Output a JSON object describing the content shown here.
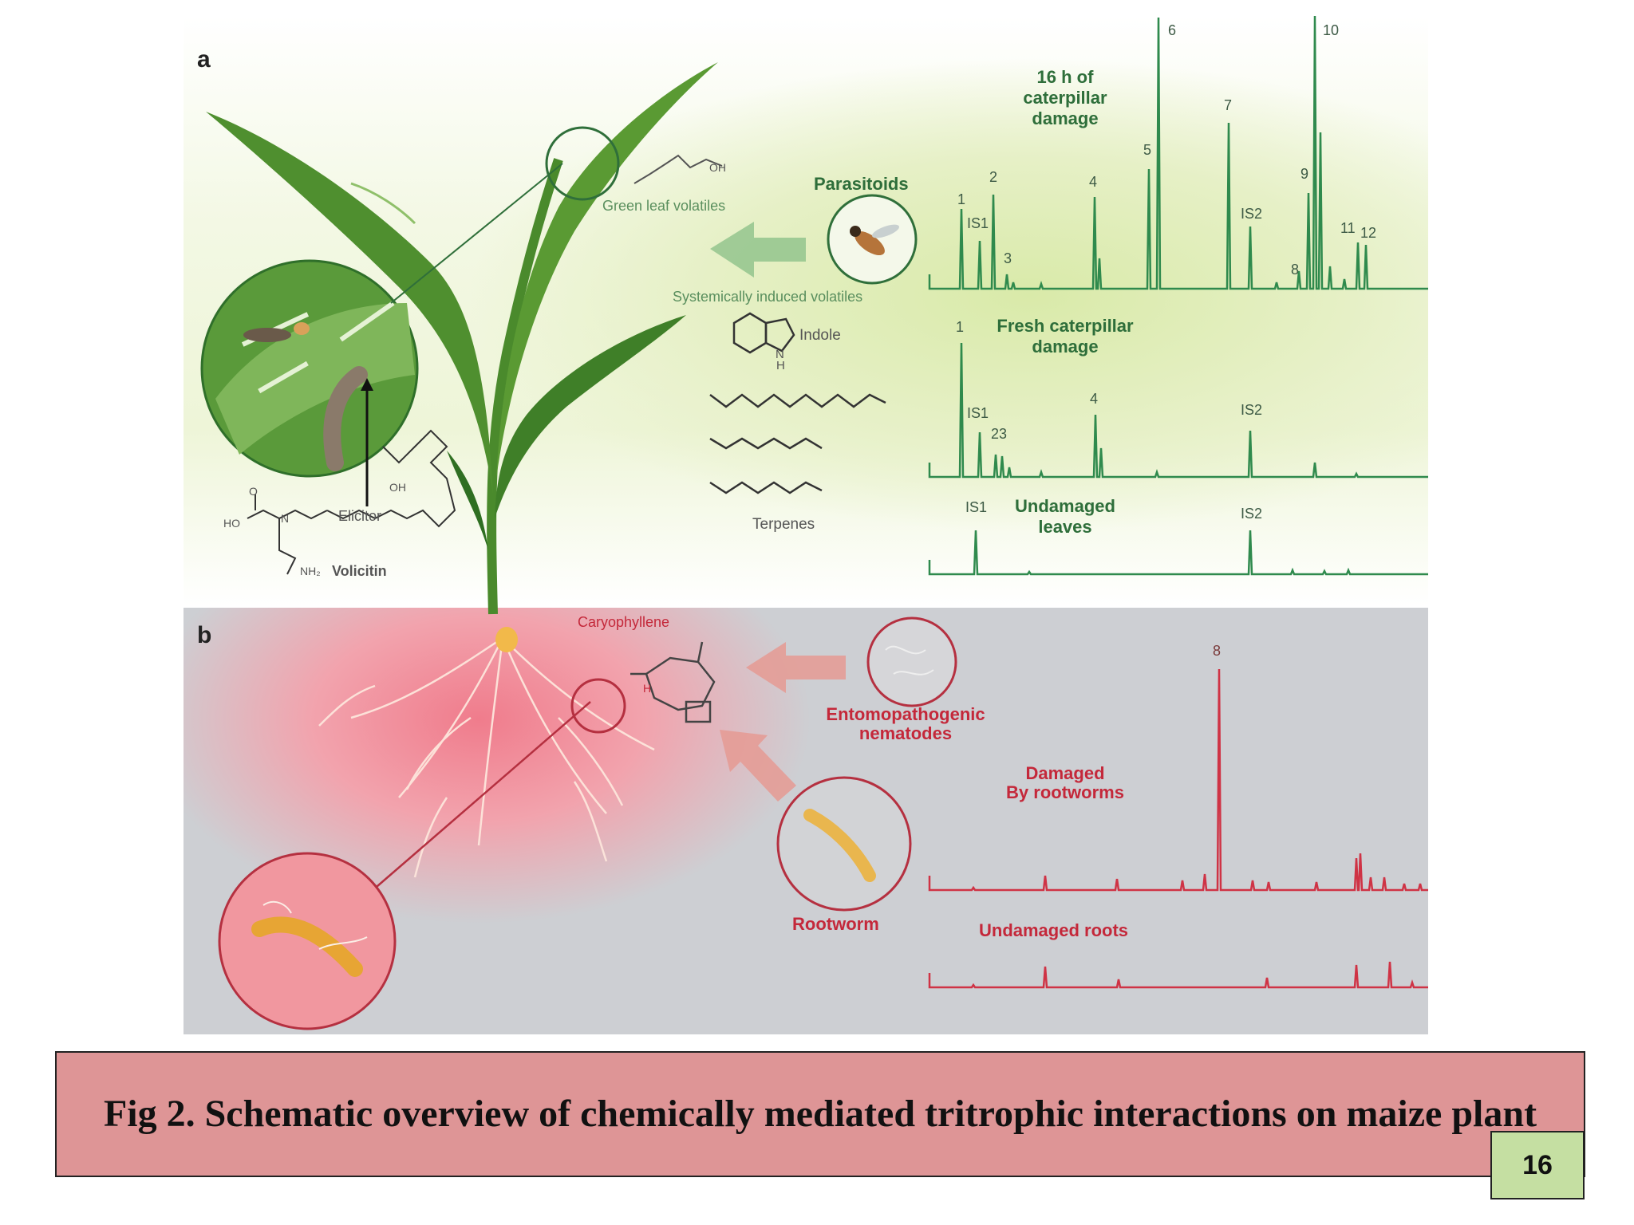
{
  "panel_a": {
    "letter": "a",
    "top_trace_title": "16 h of\ncaterpillar\ndamage",
    "mid_trace_title": "Fresh caterpillar\ndamage",
    "low_trace_title": "Undamaged\nleaves",
    "parasitoids": "Parasitoids",
    "green_leaf_volatiles": "Green leaf volatiles",
    "systemic": "Systemically induced volatiles",
    "indole": "Indole",
    "terpenes": "Terpenes",
    "elicitor": "Elicitor",
    "volicitin": "Volicitin",
    "chem_oh": "OH",
    "chem_h": "H",
    "chem_n": "N",
    "chem_nh2": "NH₂",
    "chem_ho": "HO",
    "chem_o": "O",
    "peaks_top": {
      "p1": "1",
      "p2": "2",
      "is1": "IS1",
      "p3": "3",
      "p4": "4",
      "p5": "5",
      "p6": "6",
      "p7": "7",
      "is2": "IS2",
      "p8": "8",
      "p9": "9",
      "p10": "10",
      "p11": "11",
      "p12": "12"
    },
    "peaks_mid": {
      "p1": "1",
      "is1": "IS1",
      "p23": "23",
      "p4": "4",
      "is2": "IS2"
    },
    "peaks_low": {
      "is1": "IS1",
      "is2": "IS2"
    }
  },
  "panel_b": {
    "letter": "b",
    "caryophyllene": "Caryophyllene",
    "nematodes": "Entomopathogenic\nnematodes",
    "rootworm": "Rootworm",
    "damaged": "Damaged\nBy rootworms",
    "undamaged_roots": "Undamaged roots",
    "peak8": "8",
    "chem_h": "H"
  },
  "caption": "Fig 2. Schematic overview of chemically mediated tritrophic interactions on maize plant",
  "page_number": "16",
  "colors": {
    "green_trace": "#2f8a4d",
    "red_trace": "#cf3345",
    "leaf": "#4f8f2f",
    "root": "#fbe0d8"
  }
}
